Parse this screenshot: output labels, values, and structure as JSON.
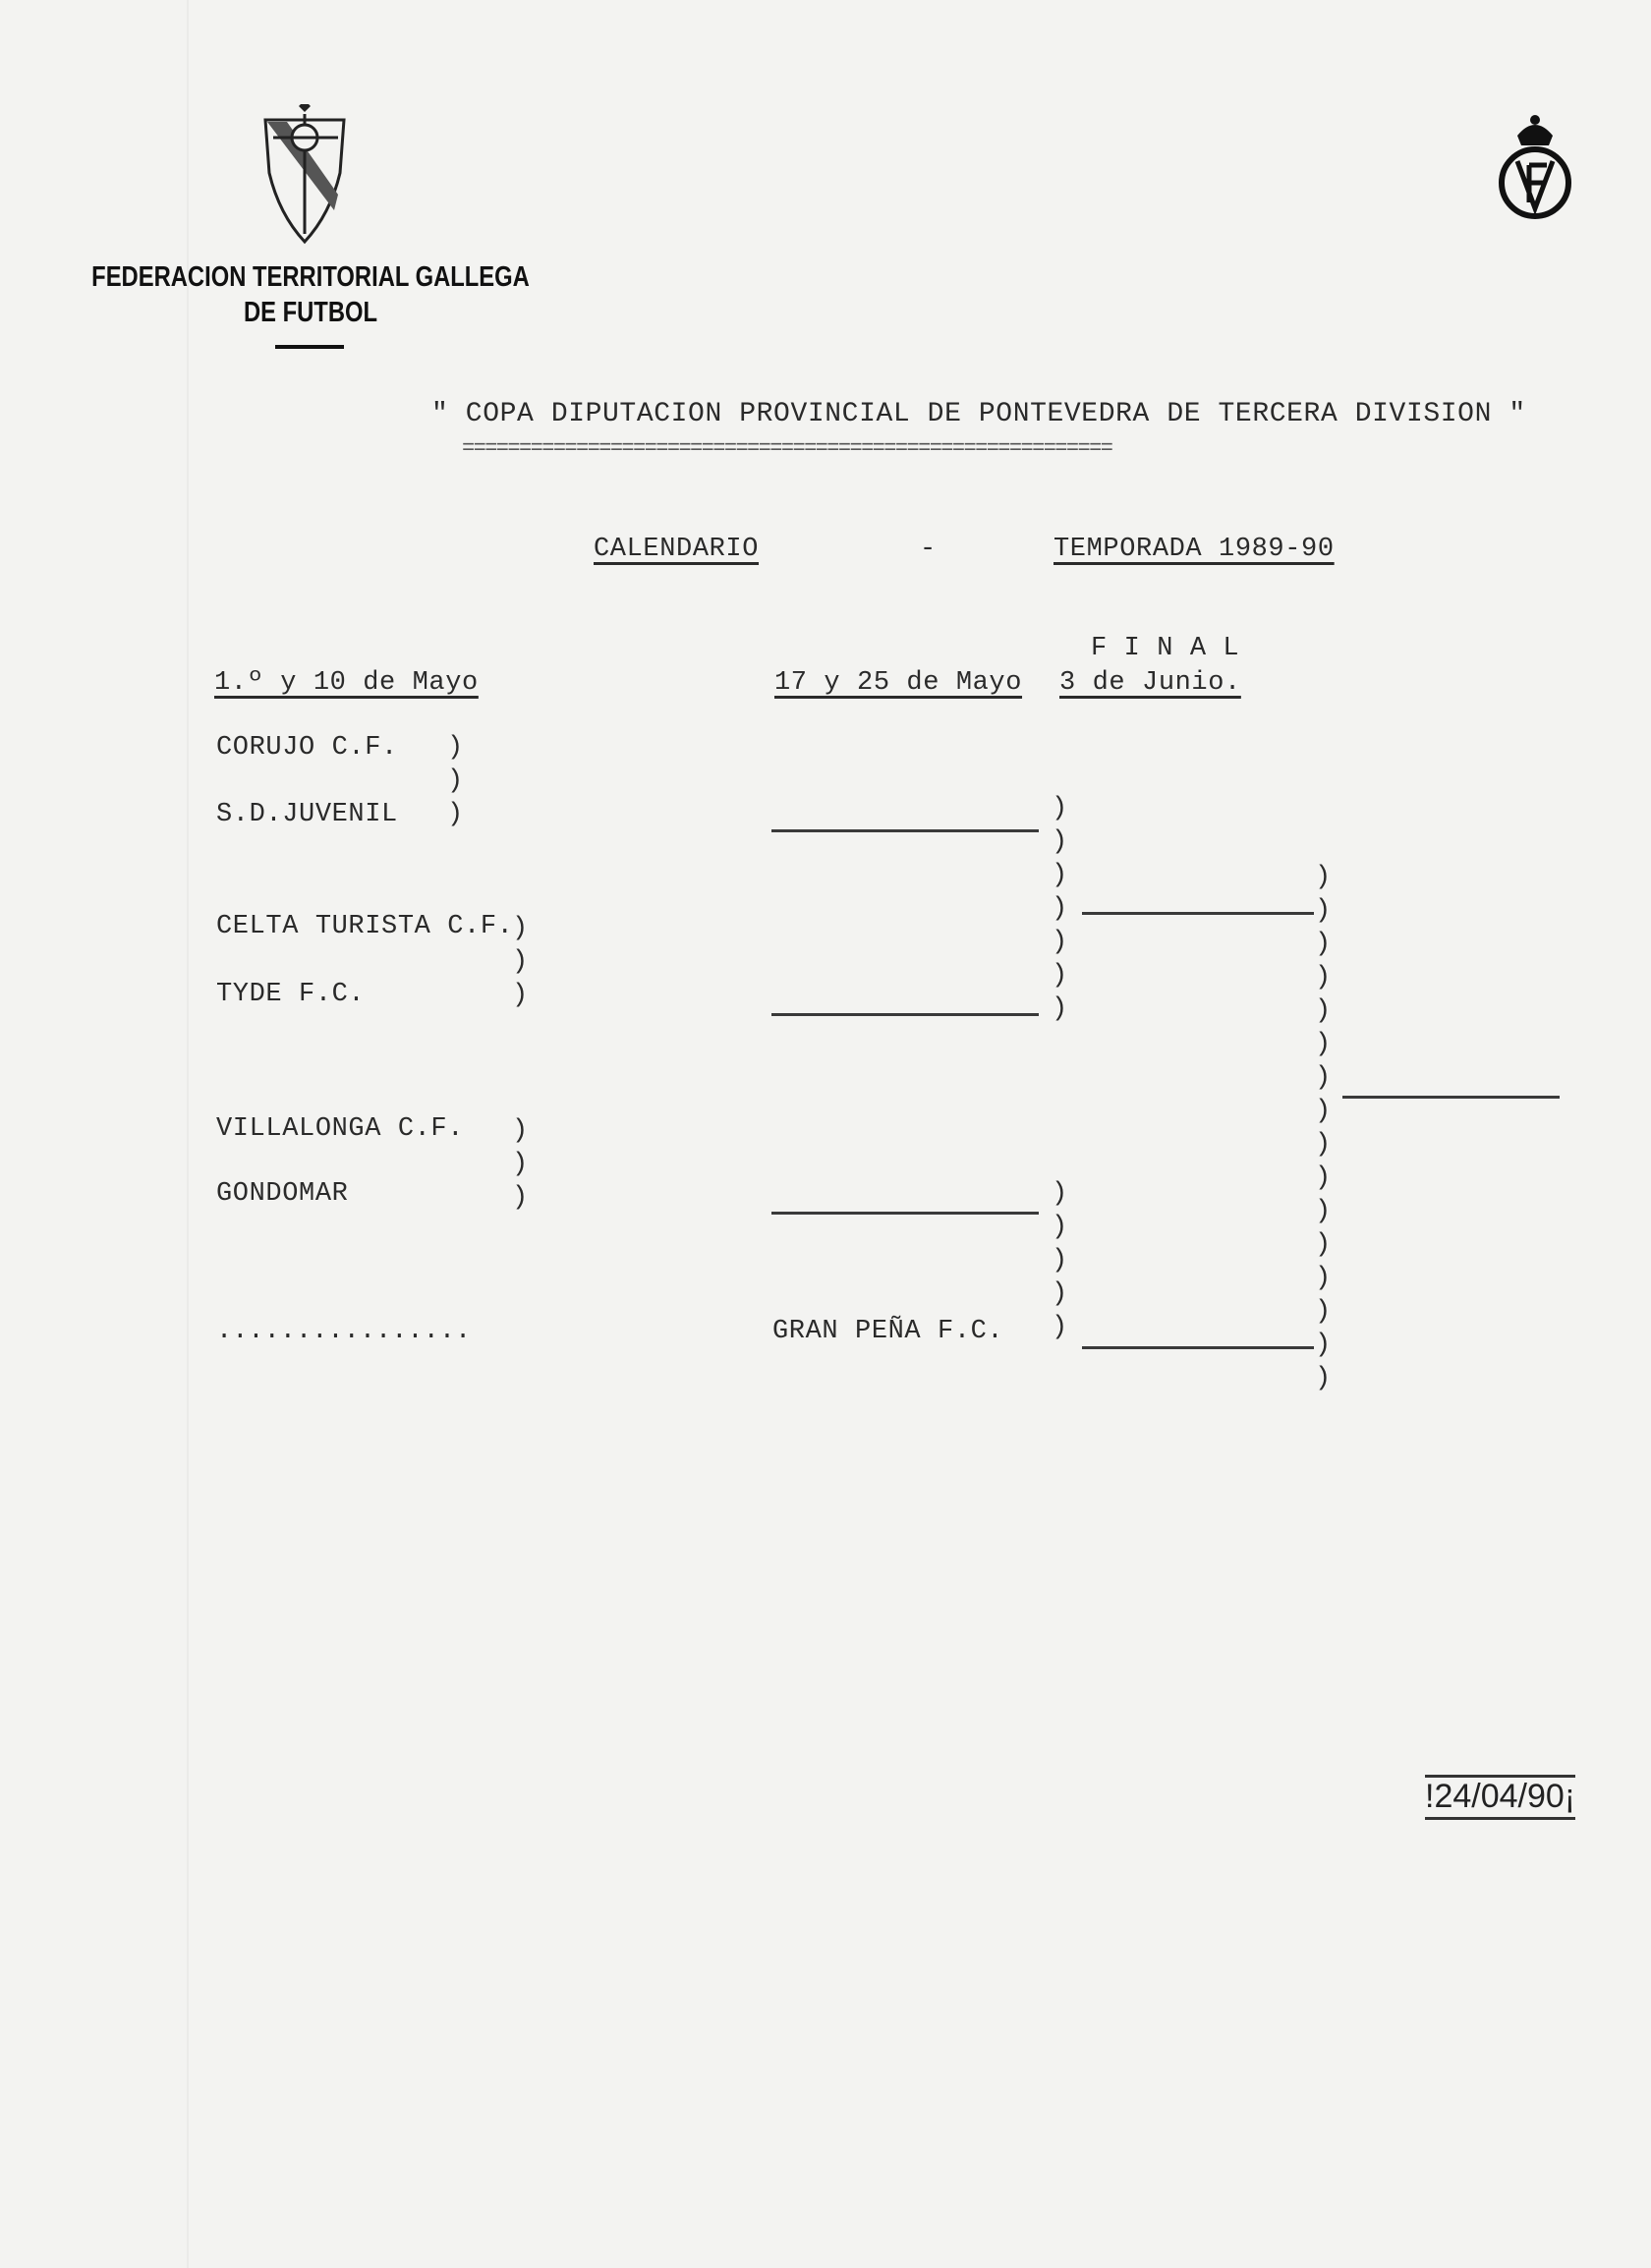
{
  "letterhead": {
    "org_line1": "FEDERACION TERRITORIAL GALLEGA",
    "org_line2": "DE FUTBOL"
  },
  "title": "\" COPA DIPUTACION PROVINCIAL DE PONTEVEDRA DE TERCERA DIVISION \"",
  "title_rule": "=========================================================",
  "subtitle": {
    "left": "CALENDARIO",
    "dash": "-",
    "right": "TEMPORADA 1989-90"
  },
  "rounds": {
    "final_label": "F I N A L",
    "round1_date": "1.º y 10 de Mayo",
    "round2_date": "17 y 25 de Mayo",
    "final_date": "3 de Junio."
  },
  "teams": {
    "t1": "CORUJO C.F.",
    "t2": "S.D.JUVENIL",
    "t3": "CELTA TURISTA C.F.",
    "t4": "TYDE F.C.",
    "t5": "VILLALONGA C.F.",
    "t6": "GONDOMAR",
    "t7": "................",
    "bye": "GRAN PEÑA F.C."
  },
  "bracket_char": ")",
  "date_stamp": "!24/04/90¡"
}
